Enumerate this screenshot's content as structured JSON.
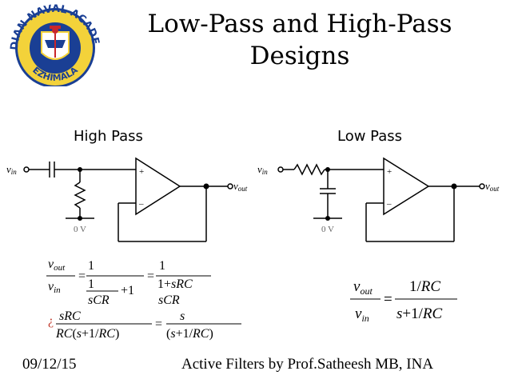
{
  "slide": {
    "title_line1": "Low-Pass and High-Pass",
    "title_line2": "Designs",
    "footer_date": "09/12/15",
    "footer_credit": "Active Filters by Prof.Satheesh MB, INA"
  },
  "logo": {
    "text_top": "INDIAN NAVAL ACADEMY",
    "text_bottom": "EZHIMALA"
  },
  "high_pass": {
    "label": "High Pass",
    "vin": "v",
    "vin_sub": "in",
    "vout": "v",
    "vout_sub": "out",
    "ground": "0 V",
    "plus": "+",
    "minus": "–",
    "eq_q": "¿"
  },
  "low_pass": {
    "label": "Low Pass",
    "vin": "v",
    "vin_sub": "in",
    "vout": "v",
    "vout_sub": "out",
    "ground": "0 V",
    "plus": "+",
    "minus": "–"
  },
  "colors": {
    "logo_blue": "#1a3f94",
    "logo_yellow": "#f3d23a",
    "logo_red": "#c8262b",
    "q_mark": "#c0392b"
  }
}
